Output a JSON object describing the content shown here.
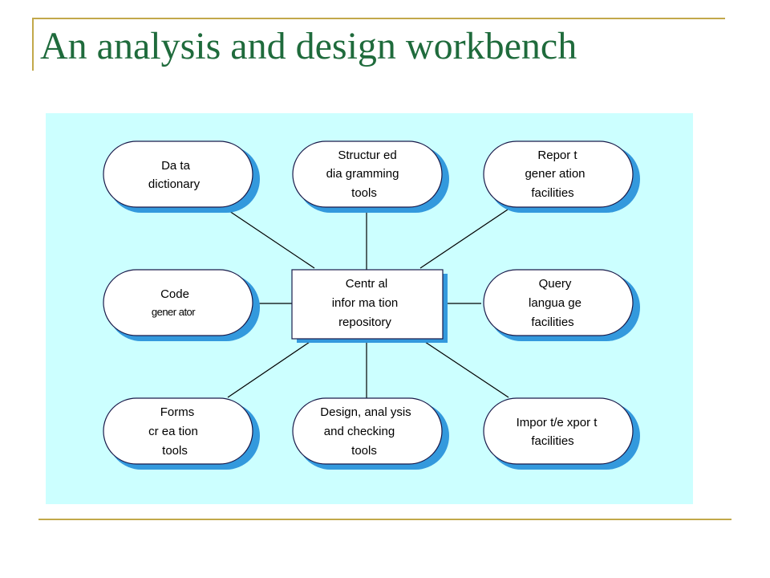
{
  "slide": {
    "title": "An analysis and design workbench"
  },
  "diagram": {
    "center": {
      "lines": [
        "Centr al",
        "infor ma tion",
        "repository"
      ]
    },
    "nodes": {
      "data_dictionary": [
        "Da ta",
        "dictionary"
      ],
      "structured_diagramming_tools": [
        "Structur ed",
        "dia gramming",
        "tools"
      ],
      "report_generation_facilities": [
        "Repor t",
        "gener ation",
        "facilities"
      ],
      "code_generator": [
        "Code",
        "gener ator"
      ],
      "query_language_facilities": [
        "Query",
        "langua ge",
        "facilities"
      ],
      "forms_creation_tools": [
        "Forms",
        "cr ea tion",
        "tools"
      ],
      "design_analysis_checking_tools": [
        "Design, anal ysis",
        "and checking",
        "tools"
      ],
      "import_export_facilities": [
        "Impor t/e xpor t",
        "facilities"
      ]
    },
    "colors": {
      "background": "#ccffff",
      "node_fill": "#ffffff",
      "node_shadow": "#3399dd",
      "node_outline": "#1a1a4a",
      "connector": "#000000",
      "title": "#1f6b3c",
      "rule": "#c2a84a"
    }
  }
}
